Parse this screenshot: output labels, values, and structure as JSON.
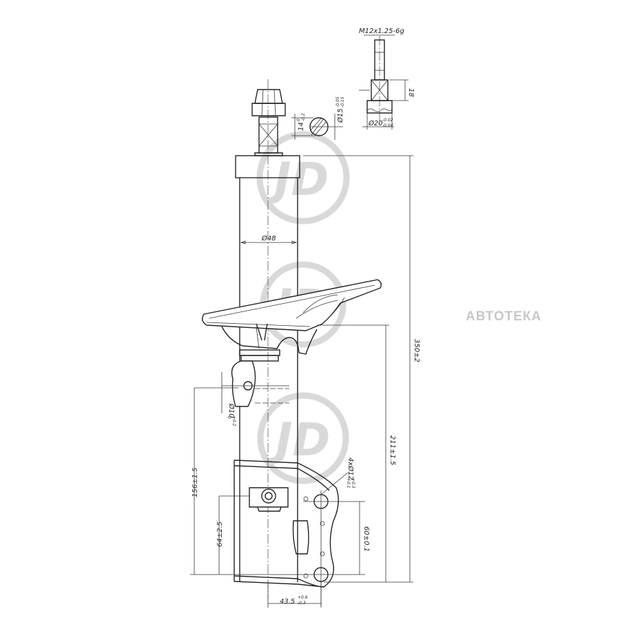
{
  "watermark_logo_text": "JD",
  "brand_watermark": "АВТОТЕКА",
  "dimensions": {
    "thread": "M12x1.25-6g",
    "thread_length": "18",
    "collar_dia": "Ø20",
    "collar_tol_upper": "-0.02",
    "collar_tol_lower": "-0.04",
    "flat": "14",
    "flat_tol_upper": "0",
    "flat_tol_lower": "-0.2",
    "rod_dia": "Ø15",
    "rod_tol_upper": "-0.05",
    "rod_tol_lower": "-0.15",
    "tube_dia": "Ø48",
    "total_length": "350±2",
    "bracket_height": "211±1.5",
    "lower_length": "156±1.5",
    "hole_dia": "Ø10",
    "hole_tol_upper": "+0.2",
    "hole_tol_lower": "0",
    "bolt_holes": "4xØ12",
    "bolt_tol_upper": "+0.3",
    "bolt_tol_lower": "+0.1",
    "short_height": "64±2.5",
    "hole_spacing": "60±0.1",
    "offset": "43.5",
    "offset_tol_upper": "+0.6",
    "offset_tol_lower": "-0.3"
  }
}
